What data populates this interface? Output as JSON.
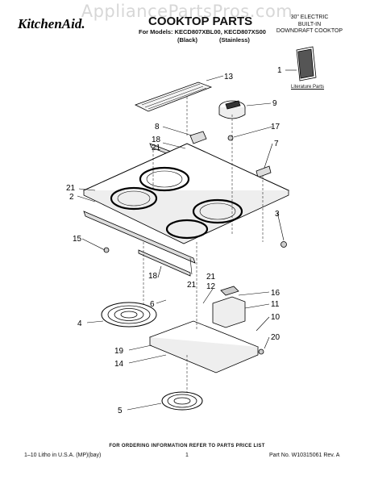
{
  "watermark": "AppliancePartsPros.com",
  "header": {
    "brand": "KitchenAid.",
    "title": "COOKTOP PARTS",
    "models": "For Models: KECD807XBL00, KECD807XS00",
    "black": "(Black)",
    "stainless": "(Stainless)",
    "description": [
      "30\" ELECTRIC",
      "BUILT-IN",
      "DOWNDRAFT COOKTOP"
    ]
  },
  "literature_label": "Literature Parts",
  "callouts": [
    "1",
    "2",
    "3",
    "4",
    "5",
    "6",
    "7",
    "8",
    "9",
    "10",
    "11",
    "12",
    "13",
    "14",
    "15",
    "16",
    "17",
    "18",
    "18",
    "19",
    "20",
    "21",
    "21",
    "21",
    "21"
  ],
  "footer": {
    "order_note": "FOR ORDERING INFORMATION REFER TO PARTS PRICE LIST",
    "left": "1–10 Litho in U.S.A. (MP)(bay)",
    "page": "1",
    "right": "Part No. W10315061 Rev. A"
  }
}
